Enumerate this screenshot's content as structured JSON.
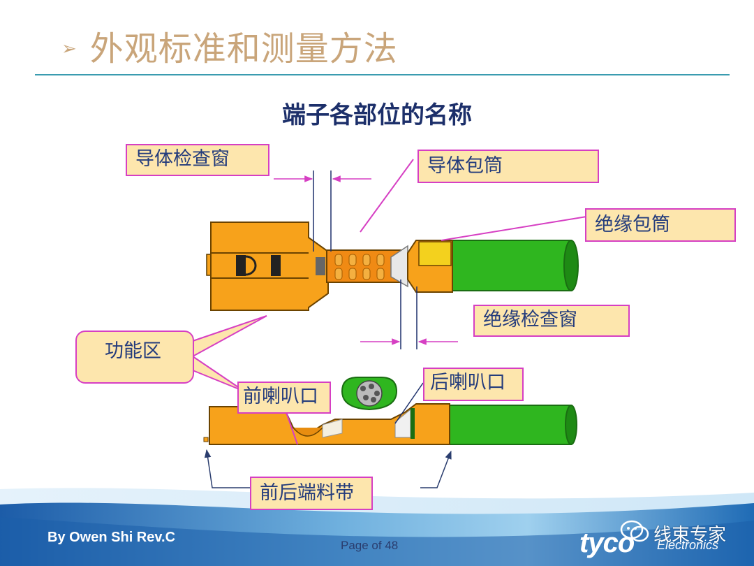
{
  "slide": {
    "title": "外观标准和测量方法",
    "subtitle": "端子各部位的名称"
  },
  "labels": {
    "conductor_window": "导体检查窗",
    "conductor_barrel": "导体包筒",
    "insulation_barrel": "绝缘包筒",
    "insulation_window": "绝缘检查窗",
    "function_zone": "功能区",
    "front_bellmouth": "前喇叭口",
    "rear_bellmouth": "后喇叭口",
    "carrier_strip": "前后端料带"
  },
  "footer": {
    "author": "By Owen Shi Rev.C",
    "page": "Page of 48",
    "brand": "tyco",
    "brand_sub": "Electronics",
    "watermark": "线束专家"
  },
  "colors": {
    "title": "#c9a57a",
    "rule": "#3a9cb0",
    "subtitle": "#1c2f6a",
    "label_fill": "#fde6ad",
    "label_border": "#d63fc3",
    "terminal_orange": "#f7a21b",
    "wire_green": "#2fb61f",
    "footer_blue": "#1f63b0"
  }
}
